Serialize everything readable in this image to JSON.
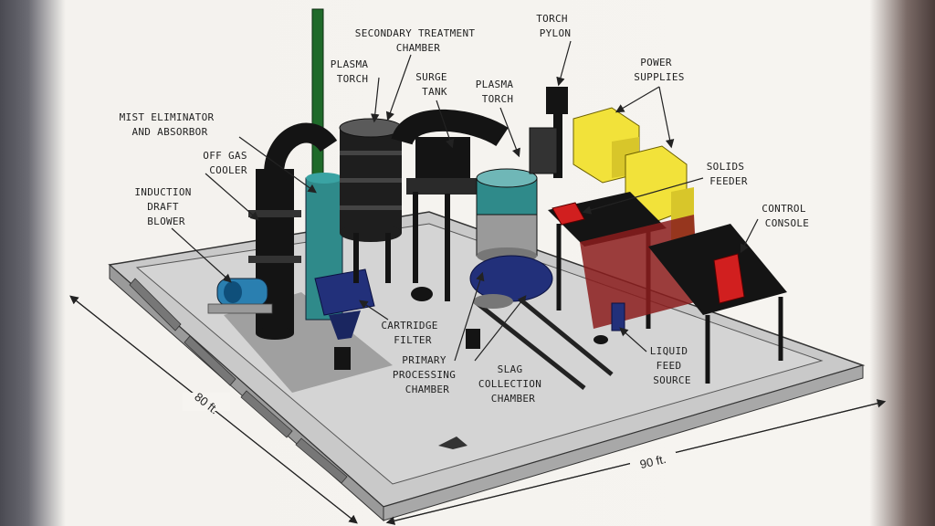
{
  "labels": {
    "secondary_treatment": [
      "SECONDARY TREATMENT",
      "CHAMBER"
    ],
    "plasma_torch_1": [
      "PLASMA",
      "TORCH"
    ],
    "surge_tank": [
      "SURGE",
      "TANK"
    ],
    "plasma_torch_2": [
      "PLASMA",
      "TORCH"
    ],
    "torch_pylon": [
      "TORCH",
      "PYLON"
    ],
    "power_supplies": [
      "POWER",
      "SUPPLIES"
    ],
    "mist_eliminator": [
      "MIST ELIMINATOR",
      "AND ABSORBOR"
    ],
    "off_gas_cooler": [
      "OFF GAS",
      "COOLER"
    ],
    "induction_blower": [
      "INDUCTION",
      "DRAFT",
      "BLOWER"
    ],
    "solids_feeder": [
      "SOLIDS",
      "FEEDER"
    ],
    "control_console": [
      "CONTROL",
      "CONSOLE"
    ],
    "cartridge_filter": [
      "CARTRIDGE",
      "FILTER"
    ],
    "primary_chamber": [
      "PRIMARY",
      "PROCESSING",
      "CHAMBER"
    ],
    "slag_chamber": [
      "SLAG",
      "COLLECTION",
      "CHAMBER"
    ],
    "liquid_feed": [
      "LIQUID",
      "FEED",
      "SOURCE"
    ]
  },
  "dimensions": {
    "depth": "80 ft.",
    "width": "90 ft."
  },
  "colors": {
    "platform": "#cfcfcf",
    "equipment": "#141414",
    "stack": "#1f6a2a",
    "teal": "#2f8a8a",
    "blue": "#22307a",
    "yellow": "#f2e23a",
    "red": "#d11f1f"
  }
}
